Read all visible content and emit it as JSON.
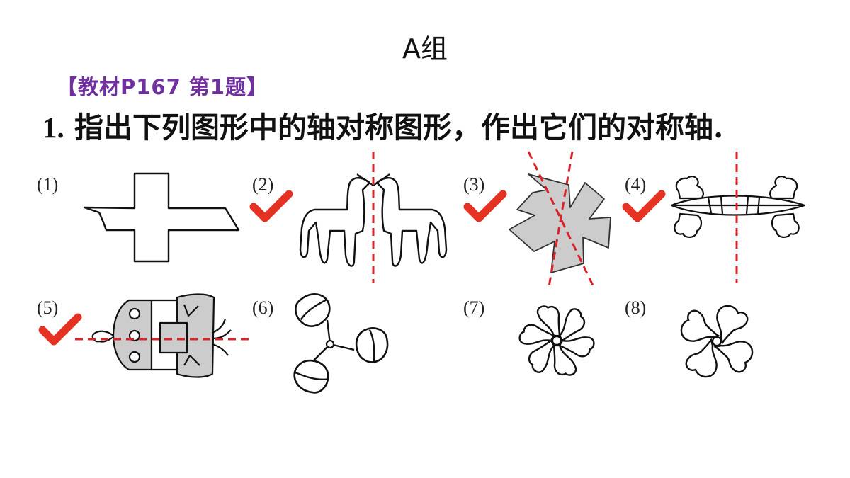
{
  "group_title": "A组",
  "source": "【教材P167  第1题】",
  "question": {
    "number": "1.",
    "text": "指出下列图形中的轴对称图形，作出它们的对称轴."
  },
  "figures": [
    {
      "label": "(1)",
      "checked": false
    },
    {
      "label": "(2)",
      "checked": true
    },
    {
      "label": "(3)",
      "checked": true
    },
    {
      "label": "(4)",
      "checked": true
    },
    {
      "label": "(5)",
      "checked": true
    },
    {
      "label": "(6)",
      "checked": false
    },
    {
      "label": "(7)",
      "checked": false
    },
    {
      "label": "(8)",
      "checked": false
    }
  ],
  "colors": {
    "source_tag": "#7030a0",
    "check_mark": "#e53222",
    "axis_line": "#d9232a",
    "shape_fill": "#cccccc"
  }
}
